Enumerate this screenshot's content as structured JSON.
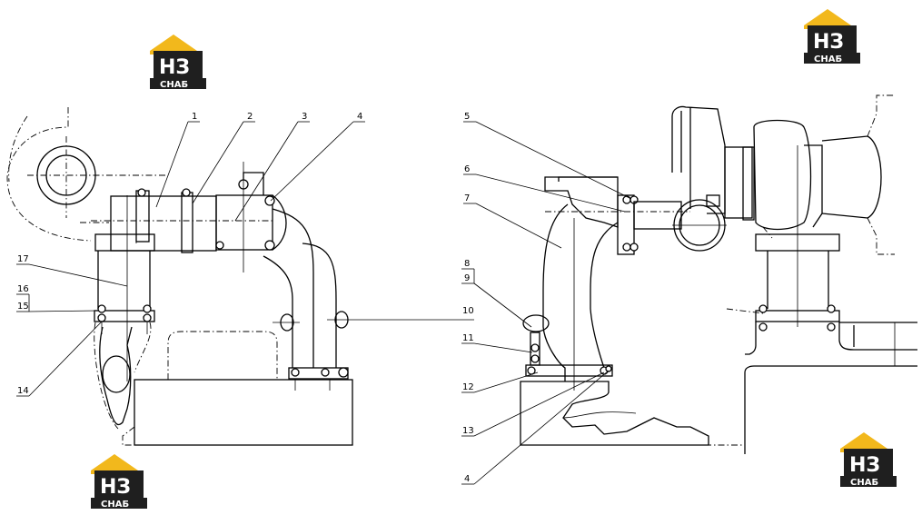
{
  "logo": {
    "letters": "НЗ",
    "caption": "СНАБ",
    "colors": {
      "roof": "#f2b81c",
      "dark": "#1f1f1f",
      "light": "#ffffff"
    }
  },
  "callouts": [
    "1",
    "2",
    "3",
    "4",
    "5",
    "6",
    "7",
    "8",
    "9",
    "10",
    "11",
    "12",
    "13",
    "4",
    "14",
    "15",
    "16",
    "17"
  ],
  "colors": {
    "line": "#000000",
    "background": "#ffffff"
  }
}
